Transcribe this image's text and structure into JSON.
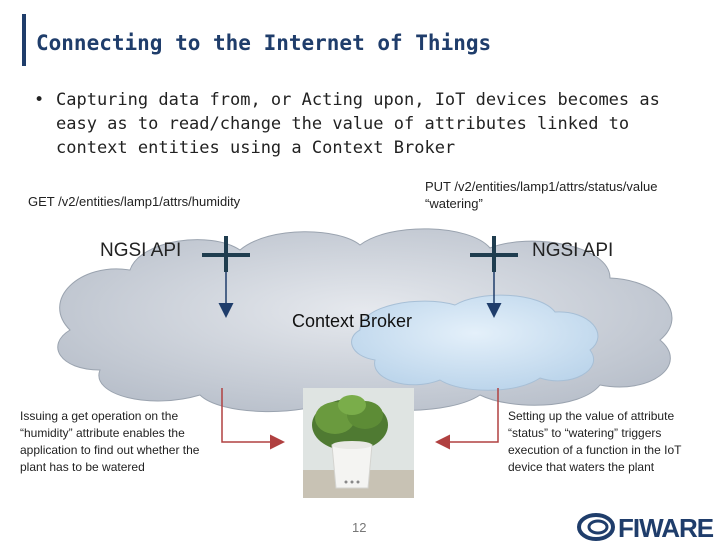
{
  "title": "Connecting to the Internet of Things",
  "bullet": "Capturing data from, or Acting upon, IoT devices becomes as easy as to read/change the value of attributes linked to context entities using a Context Broker",
  "bullet_symbol": "•",
  "requests": {
    "get": "GET /v2/entities/lamp1/attrs/humidity",
    "put_line1": "PUT /v2/entities/lamp1/attrs/status/value",
    "put_line2": "“watering”"
  },
  "api_left": "NGSI API",
  "api_right": "NGSI API",
  "broker": "Context Broker",
  "note_left": "Issuing a get operation on the “humidity” attribute enables the application to find out whether the plant has to be watered",
  "note_right": "Setting up the value of attribute “status” to “watering” triggers execution of a function in the IoT device that waters the plant",
  "page_number": "12",
  "logo": "FIWARE",
  "colors": {
    "title": "#1f3d6b",
    "cloud": "#c9cfd8",
    "cloud_light": "#cfe3f3",
    "connector": "#1f3d4f",
    "arrow_dark": "#1f3d6b",
    "arrow_red": "#b04040"
  }
}
